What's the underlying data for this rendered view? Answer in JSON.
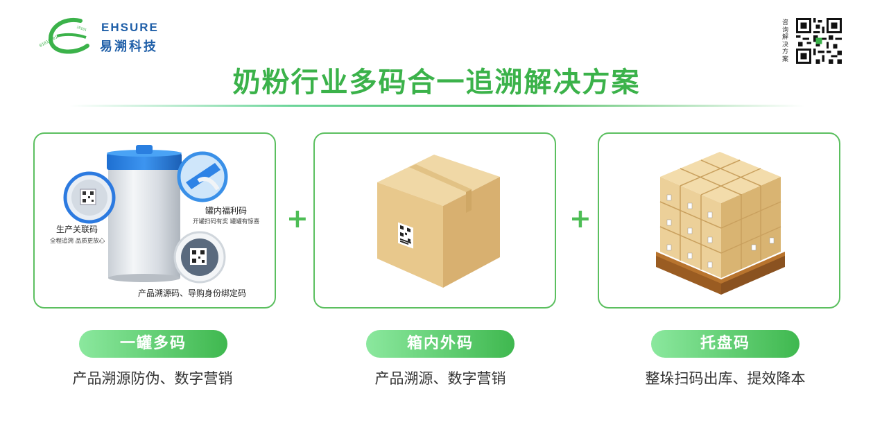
{
  "logo": {
    "name_en": "EHSURE",
    "name_cn": "易溯科技",
    "binary_text": "01010101001"
  },
  "qr": {
    "label": "咨询解决方案",
    "icon": "qr-code-icon"
  },
  "title": "奶粉行业多码合一追溯解决方案",
  "operator": "+",
  "panels": [
    {
      "pill": "一罐多码",
      "desc": "产品溯源防伪、数字营销",
      "annotations": {
        "production": {
          "title": "生产关联码",
          "sub": "全程追溯  品质更放心"
        },
        "inside": {
          "title": "罐内福利码",
          "sub": "开罐扫码有奖  罐罐有惊喜"
        },
        "bottom": {
          "title": "产品溯源码、导购身份绑定码"
        }
      }
    },
    {
      "pill": "箱内外码",
      "desc": "产品溯源、数字营销"
    },
    {
      "pill": "托盘码",
      "desc": "整垛扫码出库、提效降本"
    }
  ],
  "colors": {
    "brand_green": "#3bb24a",
    "brand_blue": "#1f5fa8",
    "box": "#e7c98c"
  }
}
